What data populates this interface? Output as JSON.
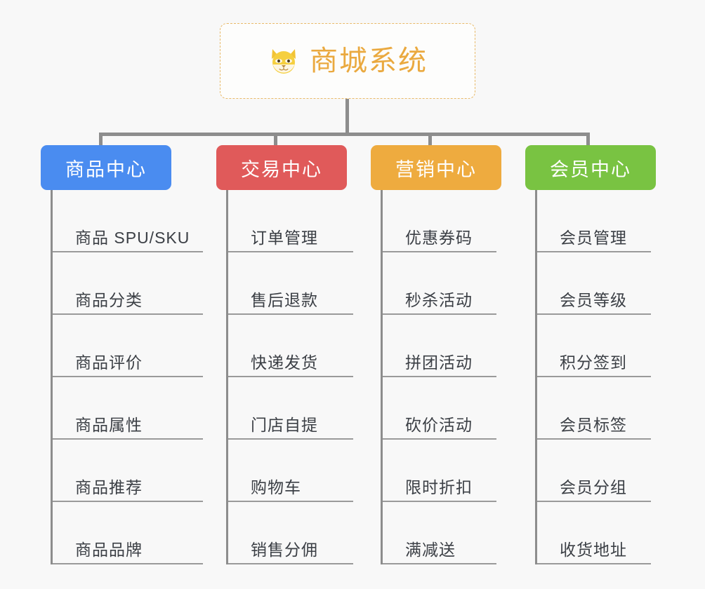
{
  "diagram": {
    "type": "mindmap",
    "background_color": "#f8f8f8",
    "connector_color": "#8d8d8d"
  },
  "root": {
    "icon": "shiba-dog-face-icon",
    "title": "商城系统",
    "title_color": "#eaa93f",
    "border_color": "#e8b968",
    "border_style": "dashed"
  },
  "categories": [
    {
      "label": "商品中心",
      "color": "#4a8cf0",
      "items": [
        "商品 SPU/SKU",
        "商品分类",
        "商品评价",
        "商品属性",
        "商品推荐",
        "商品品牌"
      ]
    },
    {
      "label": "交易中心",
      "color": "#e05a5a",
      "items": [
        "订单管理",
        "售后退款",
        "快递发货",
        "门店自提",
        "购物车",
        "销售分佣"
      ]
    },
    {
      "label": "营销中心",
      "color": "#eeab3f",
      "items": [
        "优惠券码",
        "秒杀活动",
        "拼团活动",
        "砍价活动",
        "限时折扣",
        "满减送"
      ]
    },
    {
      "label": "会员中心",
      "color": "#79c342",
      "items": [
        "会员管理",
        "会员等级",
        "积分签到",
        "会员标签",
        "会员分组",
        "收货地址"
      ]
    }
  ]
}
